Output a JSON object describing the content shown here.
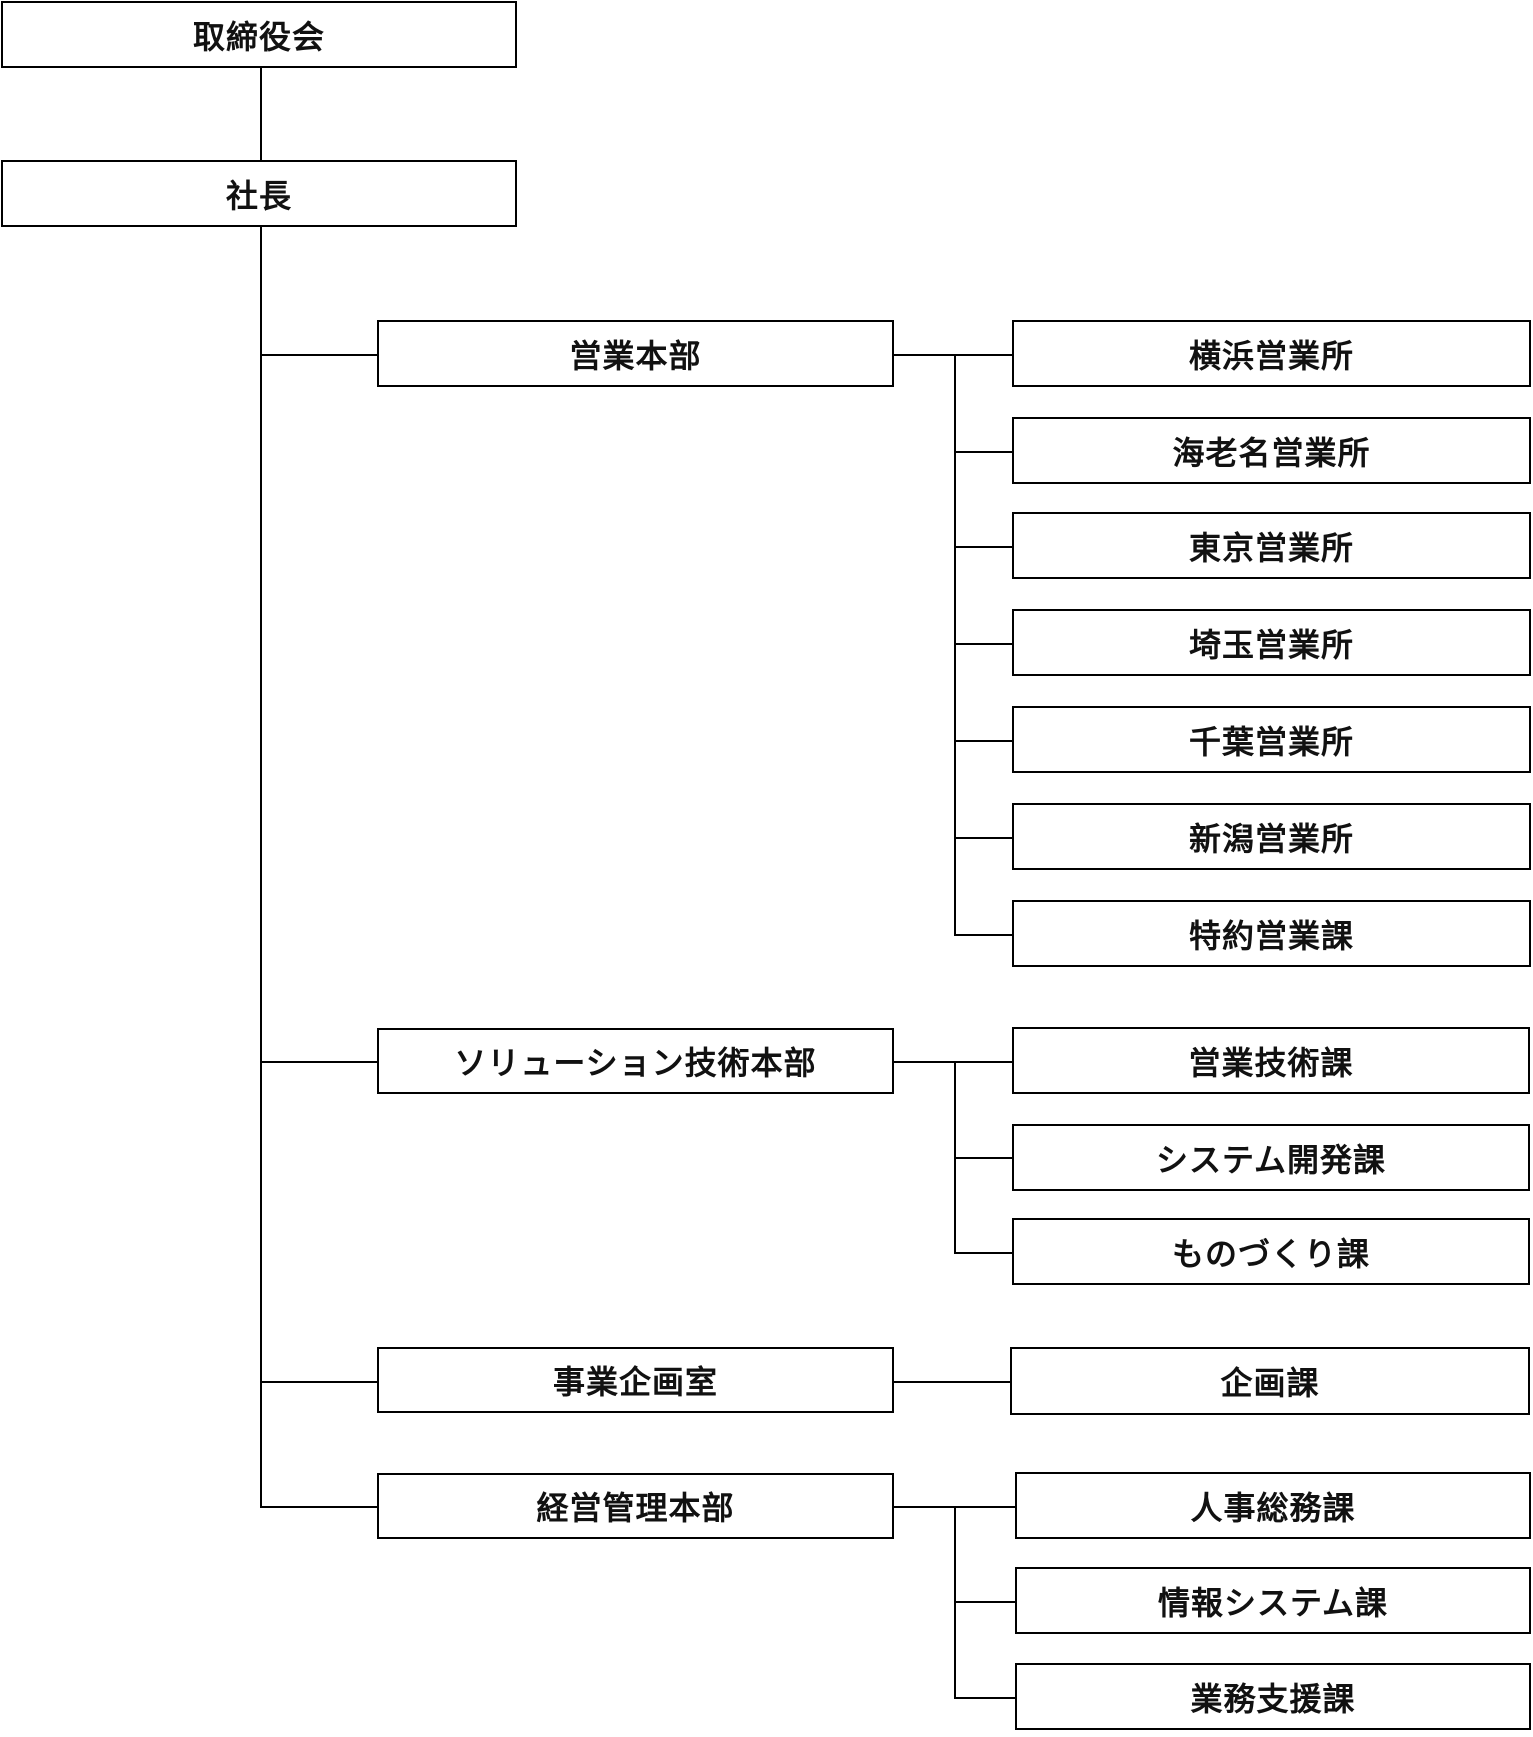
{
  "board": "取締役会",
  "president": "社長",
  "divisions": {
    "sales": {
      "name": "営業本部",
      "units": [
        "横浜営業所",
        "海老名営業所",
        "東京営業所",
        "埼玉営業所",
        "千葉営業所",
        "新潟営業所",
        "特約営業課"
      ]
    },
    "solution": {
      "name": "ソリューション技術本部",
      "units": [
        "営業技術課",
        "システム開発課",
        "ものづくり課"
      ]
    },
    "planning": {
      "name": "事業企画室",
      "units": [
        "企画課"
      ]
    },
    "admin": {
      "name": "経営管理本部",
      "units": [
        "人事総務課",
        "情報システム課",
        "業務支援課"
      ]
    }
  }
}
